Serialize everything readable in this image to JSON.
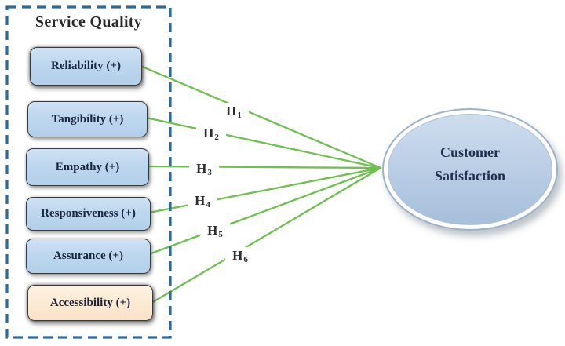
{
  "title": "Service Quality",
  "predictors": [
    {
      "label": "Reliability (+)"
    },
    {
      "label": "Tangibility (+)"
    },
    {
      "label": "Empathy (+)"
    },
    {
      "label": "Responsiveness (+)"
    },
    {
      "label": "Assurance (+)"
    },
    {
      "label": "Accessibility (+)"
    }
  ],
  "hypotheses": [
    {
      "base": "H",
      "sub": "1"
    },
    {
      "base": "H",
      "sub": "2"
    },
    {
      "base": "H",
      "sub": "3"
    },
    {
      "base": "H",
      "sub": "4"
    },
    {
      "base": "H",
      "sub": "5"
    },
    {
      "base": "H",
      "sub": "6"
    }
  ],
  "outcome": {
    "line1": "Customer",
    "line2": "Satisfaction"
  },
  "colors": {
    "connector_green": "#6EC04F",
    "frame_dash_blue": "#2B6A9E",
    "predictor_fill_blue": "#BDD7EE",
    "accessibility_fill_peach": "#FCEBD5",
    "ellipse_fill_blue": "#B8CCE4",
    "box_border_dark": "#3A3A3A",
    "text_dark_navy": "#1B2440"
  }
}
